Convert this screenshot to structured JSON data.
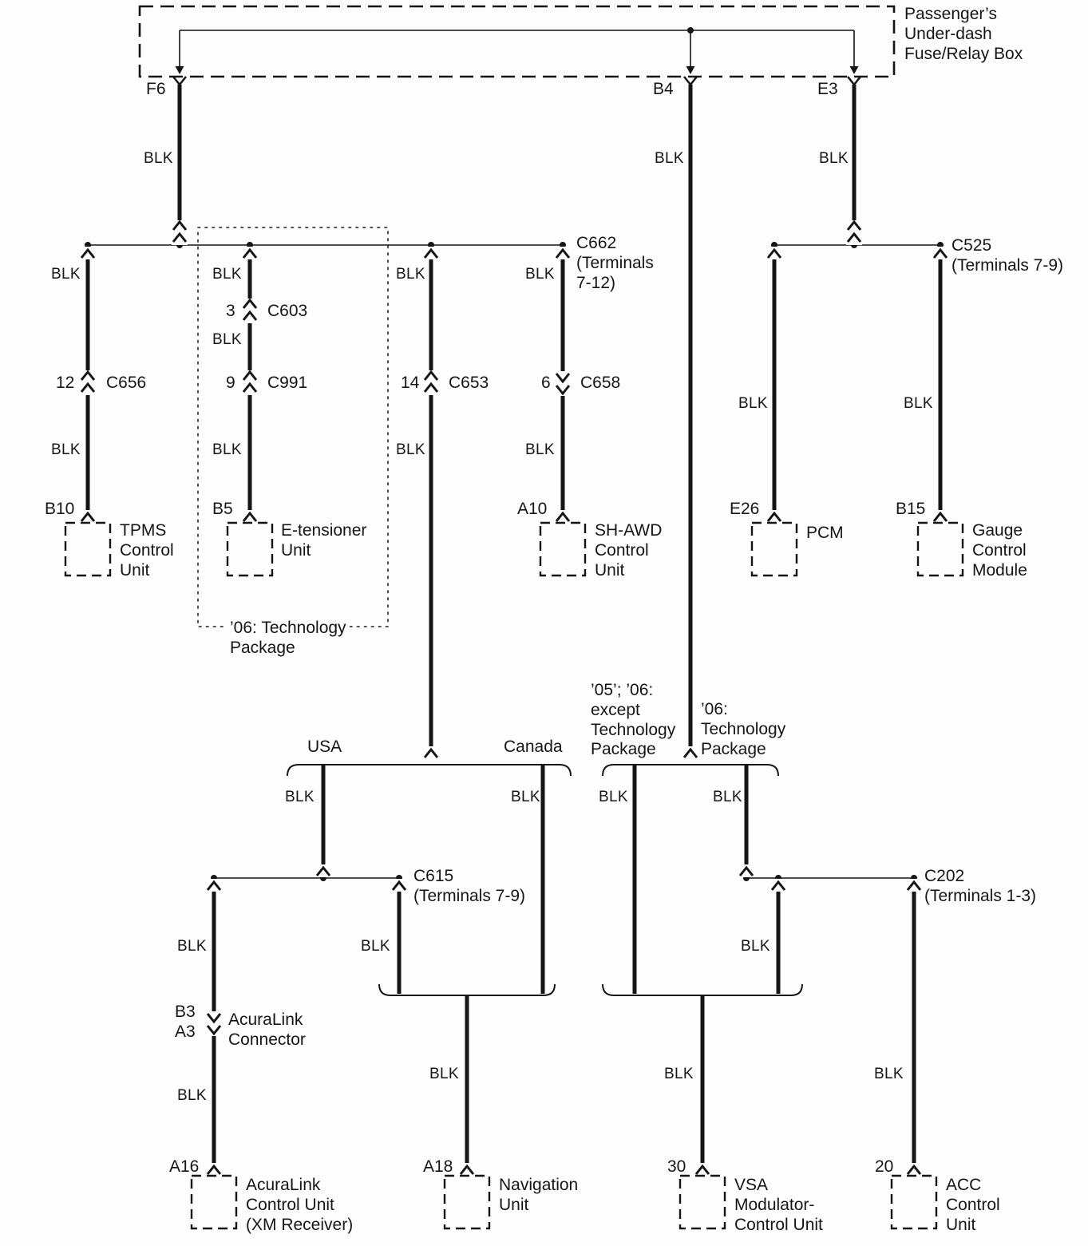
{
  "fuse_box_label": "Passenger’s\nUnder-dash\nFuse/Relay Box",
  "wire_color": "BLK",
  "source_pins": {
    "f6": "F6",
    "b4": "B4",
    "e3": "E3"
  },
  "connectors": {
    "c656": {
      "pin": "12",
      "name": "C656"
    },
    "c603": {
      "pin": "3",
      "name": "C603"
    },
    "c991": {
      "pin": "9",
      "name": "C991"
    },
    "c653": {
      "pin": "14",
      "name": "C653"
    },
    "c658": {
      "pin": "6",
      "name": "C658"
    },
    "c662": {
      "label": "C662\n(Terminals\n7-12)"
    },
    "c525": {
      "label": "C525\n(Terminals 7-9)"
    },
    "c615": {
      "label": "C615\n(Terminals 7-9)"
    },
    "c202": {
      "label": "C202\n(Terminals 1-3)"
    },
    "acuralink": {
      "pins": "B3\nA3",
      "label": "AcuraLink\nConnector"
    }
  },
  "component_pins": {
    "tpms": "B10",
    "etensioner": "B5",
    "shawd": "A10",
    "pcm": "E26",
    "gauge": "B15",
    "acuralink_cu": "A16",
    "navigation": "A18",
    "vsa": "30",
    "acc": "20"
  },
  "components": {
    "tpms": "TPMS\nControl\nUnit",
    "etensioner": "E-tensioner\nUnit",
    "shawd": "SH-AWD\nControl\nUnit",
    "pcm": "PCM",
    "gauge": "Gauge\nControl\nModule",
    "acuralink_cu": "AcuraLink\nControl Unit\n(XM Receiver)",
    "navigation": "Navigation\nUnit",
    "vsa": "VSA\nModulator-\nControl Unit",
    "acc": "ACC\nControl\nUnit"
  },
  "variants": {
    "tech_box": "’06: Technology\nPackage",
    "usa": "USA",
    "canada": "Canada",
    "except_tech": "’05’; ’06:\nexcept\nTechnology\nPackage",
    "tech": "’06:\nTechnology\nPackage"
  }
}
